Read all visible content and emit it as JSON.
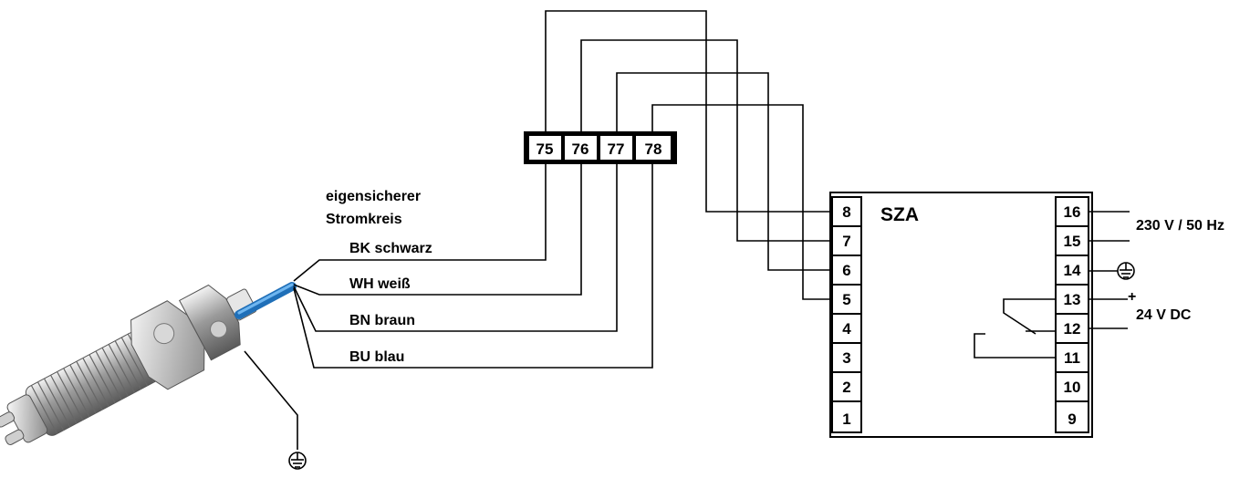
{
  "wire_colors": {
    "BK": "#000000",
    "WH": "#000000",
    "BN": "#000000",
    "BU": "#000000",
    "cable_sheath": "#3a8fd6"
  },
  "circuit_label_line1": "eigensicherer",
  "circuit_label_line2": "Stromkreis",
  "wires": [
    {
      "label": "BK schwarz",
      "terminal": "75",
      "device_terminal": "8"
    },
    {
      "label": "WH weiß",
      "terminal": "76",
      "device_terminal": "7"
    },
    {
      "label": "BN braun",
      "terminal": "77",
      "device_terminal": "6"
    },
    {
      "label": "BU blau",
      "terminal": "78",
      "device_terminal": "5"
    }
  ],
  "terminal_block": [
    "75",
    "76",
    "77",
    "78"
  ],
  "device": {
    "name": "SZA",
    "left_terminals": [
      "8",
      "7",
      "6",
      "5",
      "4",
      "3",
      "2",
      "1"
    ],
    "right_terminals": [
      "16",
      "15",
      "14",
      "13",
      "12",
      "11",
      "10",
      "9"
    ],
    "supply_ac": "230 V / 50 Hz",
    "supply_dc": "24 V DC",
    "dc_polarity": "+"
  },
  "icons": {
    "ground_sensor": "ground-icon",
    "ground_device": "earth-ground-circle-icon",
    "sensor": "proximity-sensor-icon"
  }
}
